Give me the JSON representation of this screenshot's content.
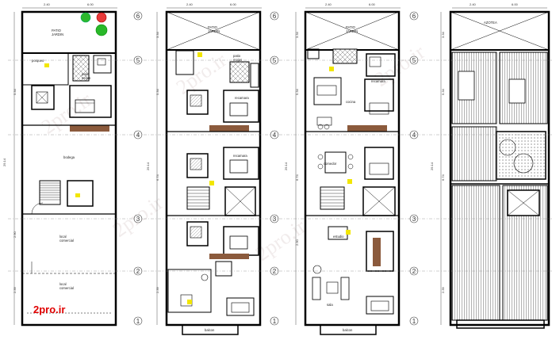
{
  "brand": {
    "logo_text": "2pro.ir",
    "watermark": "2pro.ir"
  },
  "axes": [
    "1",
    "2",
    "3",
    "4",
    "5",
    "6"
  ],
  "dims": {
    "top_a": "2.40",
    "top_b": "6.00",
    "side": [
      "3.34",
      "5.34",
      "6.74",
      "2.90",
      "2.39"
    ],
    "total": "29.14"
  },
  "plans": [
    {
      "labels": {
        "patio": "PATIO\nJARDIN",
        "porqueo": "porqueo",
        "patio_mid": "patio\nmojas",
        "bodega": "bodega",
        "local1": "local\ncomercial",
        "local2": "local\ncomercial"
      }
    },
    {
      "labels": {
        "patio": "PATIO\nJARDIN",
        "patio_mid": "patio\nmojas",
        "rec1": "recamara",
        "rec2": "recamara",
        "balcon": "balcon"
      }
    },
    {
      "labels": {
        "patio": "PATIO\nJARDIN",
        "cocina": "cocina",
        "comedor": "comedor",
        "estudio": "estudio",
        "sala": "sala",
        "balcon": "balcon",
        "rec": "recamara"
      }
    },
    {
      "labels": {
        "top": "AZOTEA"
      }
    }
  ],
  "colors": {
    "wall": "#000000",
    "accent_yellow": "#f2e600",
    "brand_red": "#e00000",
    "wood": "#8b5a3c"
  }
}
